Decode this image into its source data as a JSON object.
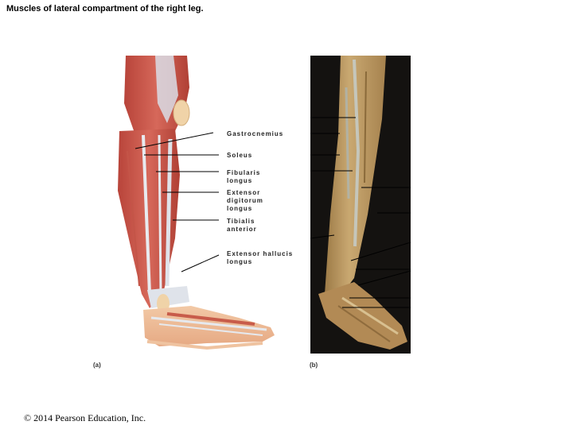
{
  "title": "Muscles of lateral compartment of the right leg.",
  "labels": {
    "gastrocnemius": "Gastrocnemius",
    "soleus": "Soleus",
    "fibularis_longus": "Fibularis\nlongus",
    "extensor_digitorum_longus": "Extensor\ndigitorum\nlongus",
    "tibialis_anterior": "Tibialis\nanterior",
    "extensor_hallucis_longus": "Extensor hallucis\nlongus"
  },
  "panels": {
    "a": "(a)",
    "b": "(b)"
  },
  "copyright": "© 2014 Pearson Education, Inc."
}
